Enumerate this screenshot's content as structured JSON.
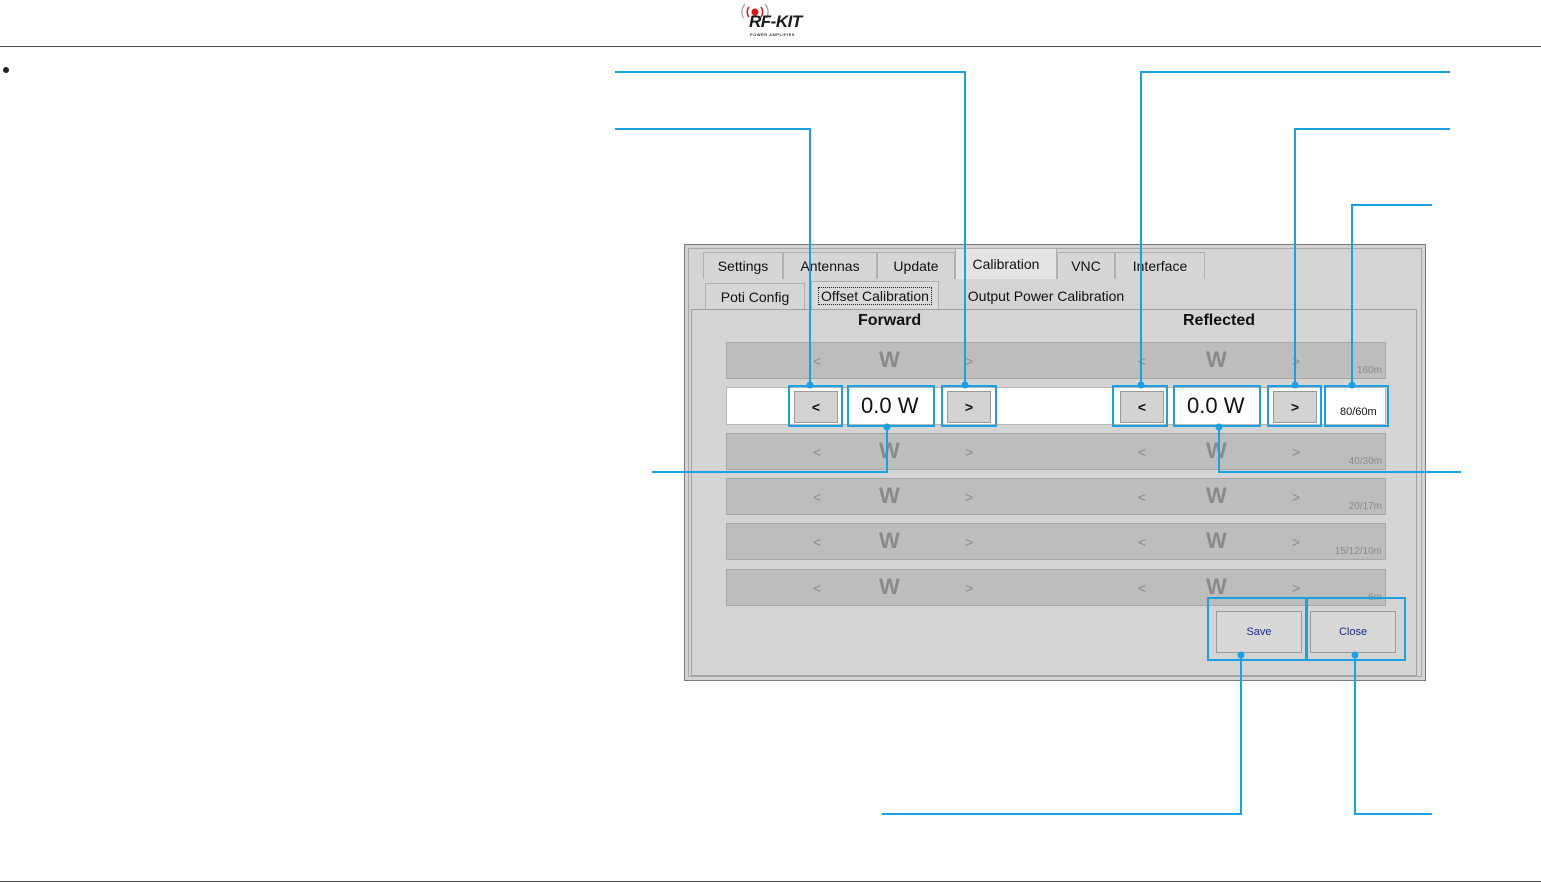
{
  "logo": {
    "text": "RF-KIT",
    "subtitle": "POWER AMPLIFIES"
  },
  "tabs": [
    {
      "label": "Settings"
    },
    {
      "label": "Antennas"
    },
    {
      "label": "Update"
    },
    {
      "label": "Calibration"
    },
    {
      "label": "VNC"
    },
    {
      "label": "Interface"
    }
  ],
  "subtabs": [
    {
      "label": "Poti Config"
    },
    {
      "label": "Offset Calibration"
    },
    {
      "label": "Output Power Calibration"
    }
  ],
  "columns": {
    "forward": "Forward",
    "reflected": "Reflected"
  },
  "arrows": {
    "left": "<",
    "right": ">"
  },
  "unit": "W",
  "bands": [
    "160m",
    "80/60m",
    "40/30m",
    "20/17m",
    "15/12/10m",
    "6m"
  ],
  "active_row": {
    "band": "80/60m",
    "forward_value": "0.0 W",
    "reflected_value": "0.0 W"
  },
  "buttons": {
    "save": "Save",
    "close": "Close"
  },
  "colors": {
    "callout": "#1ba1e2",
    "button_text": "#1a2d8a"
  }
}
